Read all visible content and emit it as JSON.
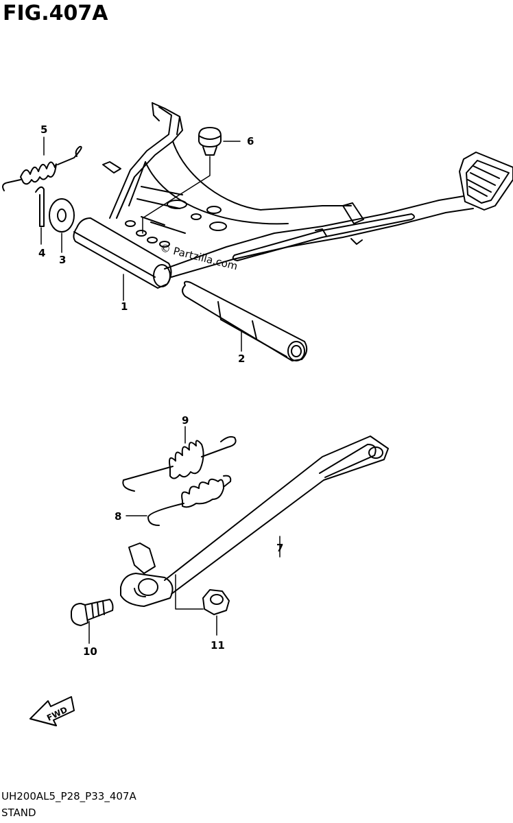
{
  "figure": {
    "title": "FIG.407A",
    "code": "UH200AL5_P28_P33_407A",
    "name": "STAND",
    "watermark": "© Partzilla.com",
    "fwd_label": "FWD"
  },
  "callouts": [
    {
      "id": "1",
      "part": "center-stand"
    },
    {
      "id": "2",
      "part": "shaft"
    },
    {
      "id": "3",
      "part": "washer"
    },
    {
      "id": "4",
      "part": "cotter-pin"
    },
    {
      "id": "5",
      "part": "spring"
    },
    {
      "id": "6",
      "part": "stopper-cap"
    },
    {
      "id": "7",
      "part": "side-stand"
    },
    {
      "id": "8",
      "part": "spring"
    },
    {
      "id": "9",
      "part": "spring"
    },
    {
      "id": "10",
      "part": "bolt"
    },
    {
      "id": "11",
      "part": "nut"
    }
  ]
}
